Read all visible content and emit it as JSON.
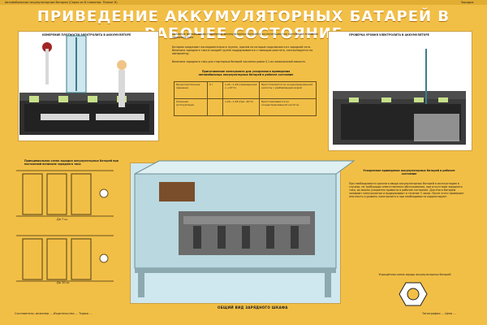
{
  "header": {
    "small_left": "Автомобильные аккумуляторные батареи (Серия из 8 плакатов. Плакат 8)",
    "small_right": "Зарядка.",
    "title": "ПРИВЕДЕНИЕ АККУМУЛЯТОРНЫХ БАТАРЕЙ В РАБОЧЕЕ СОСТОЯНИЕ"
  },
  "left_top_panel": {
    "title": "ИЗМЕРЕНИЕ ПЛОТНОСТИ ЭЛЕКТРОЛИТА В АККУМУЛЯТОРЕ"
  },
  "center_text": {
    "p1": "Основные методы ввода стартерных аккумуляторных батарей в эксплуатацию при постоянном значении зарядного тока.",
    "p2": "Батарею соединяют последовательно в группы, причем на которые подключаются к зарядной сети. Величина зарядного тока в каждой группе поддерживается с помощью реостата, контролируется по амперметру.",
    "p3": "Величина зарядного тока для стартерных батарей численно равна 0,1 их номинальной емкости.",
    "table_title": "Приготовление электролита для ускоренного приведения автомобильных аккумуляторных батарей в рабочее состояние",
    "rows": [
      [
        "Продолжительное хранение",
        "0 г",
        "1,24—1,28 (приведенная к +15°С)",
        "Приготовляется из концентрированной кислоты с разбавлением водой"
      ],
      [
        "Сезонная эксплуатация",
        "",
        "1,24—1,28 (при -40°С)",
        "Приготавливается из концентрированной кислоты"
      ]
    ]
  },
  "right_top_panel": {
    "title": "ПРОВЕРКА УРОВНЯ ЭЛЕКТРОЛИТА В АККУМУЛЯТОРЕ"
  },
  "left_bottom": {
    "title": "Принципиальная схема зарядки аккумуляторных батарей при постоянной величине зарядного тока",
    "label_1": "До 7 ш.",
    "label_2": "До 10 ш."
  },
  "center_bottom": {
    "caption": "ОБЩИЙ ВИД ЗАРЯДНОГО ШКАФА"
  },
  "right_bottom": {
    "title": "Ускоренное приведение аккумуляторных батарей в рабочее состояние",
    "text": "При необходимости срочного ввода аккумуляторных батарей в эксплуатацию в случаях, не требующих ответственного обслуживания, при отсутствии зарядного тока, их можно ускоренно привести в рабочее состояние. Для этого батарею заливают электролитом и выдерживают в течение 3 часов. После этого проверяют плотность и уровень электролита и при необходимости корректируют.",
    "footer": "Упрощённая схема заряда аккумуляторных батарей"
  },
  "footer": {
    "left": "Составитель: инженер ... Издательство ... Тираж ...",
    "right": "Типография ... Цена ..."
  }
}
